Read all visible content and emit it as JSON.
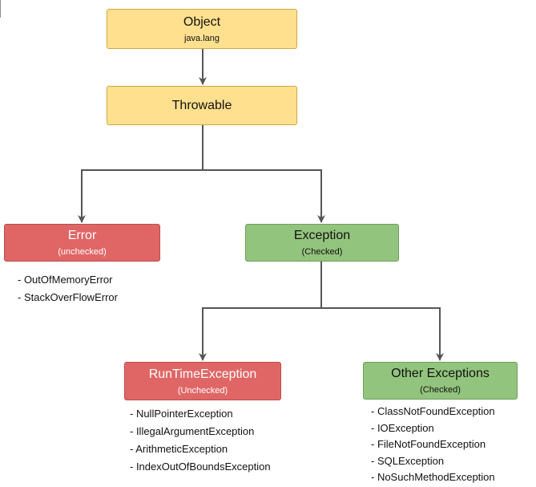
{
  "nodes": {
    "object": {
      "title": "Object",
      "subtitle": "java.lang"
    },
    "throwable": {
      "title": "Throwable"
    },
    "error": {
      "title": "Error",
      "subtitle": "(unchecked)"
    },
    "exception": {
      "title": "Exception",
      "subtitle": "(Checked)"
    },
    "runtime": {
      "title": "RunTimeException",
      "subtitle": "(Unchecked)"
    },
    "other": {
      "title": "Other Exceptions",
      "subtitle": "(Checked)"
    }
  },
  "lists": {
    "error": [
      "- OutOfMemoryError",
      "- StackOverFlowError"
    ],
    "runtime": [
      "- NullPointerException",
      "- IllegalArgumentException",
      "- ArithmeticException",
      "- IndexOutOfBoundsException"
    ],
    "other": [
      "- ClassNotFoundException",
      "- IOException",
      "- FileNotFoundException",
      "- SQLException",
      "- NoSuchMethodException"
    ]
  },
  "colors": {
    "root": "#ffe08f",
    "unchecked": "#e06666",
    "checked": "#93c47d",
    "connector": "#555555"
  }
}
